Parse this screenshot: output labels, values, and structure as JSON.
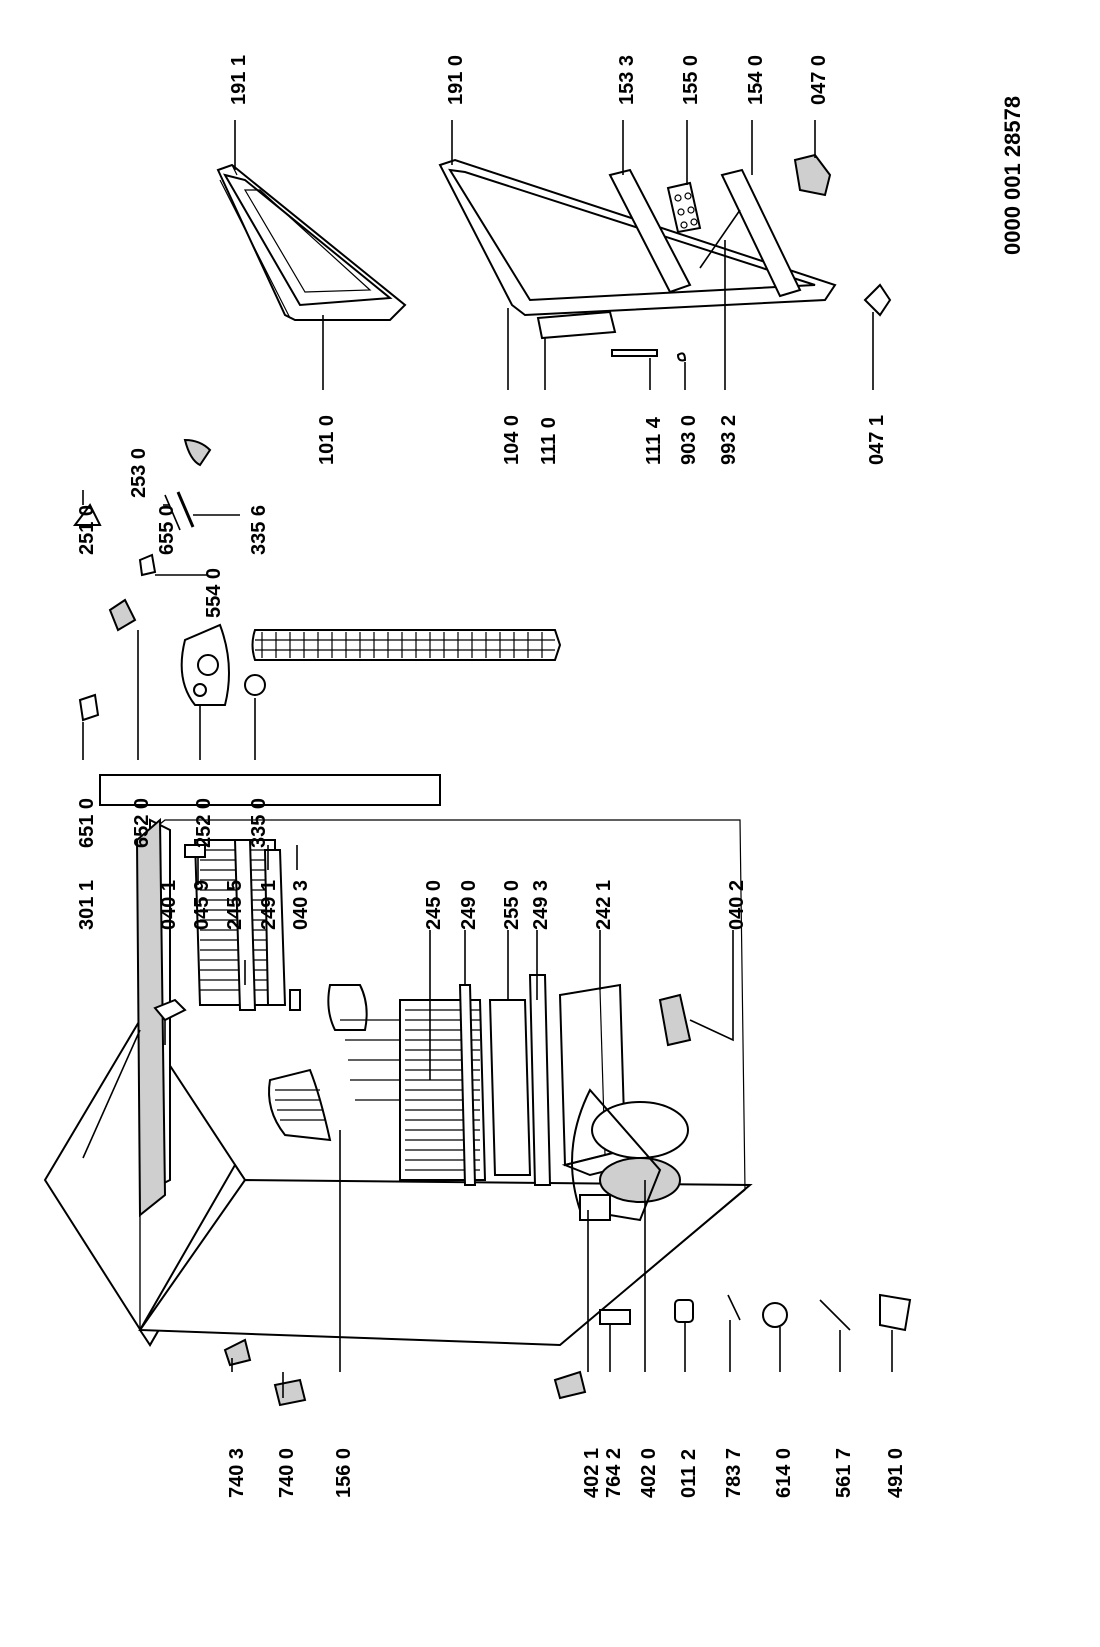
{
  "document_number": "0000  001 28578",
  "cabinet_labels": {
    "l_7403": "740 3",
    "l_7400": "740 0",
    "l_1560": "156 0",
    "l_4021": "402 1",
    "l_7642": "764 2",
    "l_4020": "402 0",
    "l_0112": "011 2",
    "l_7837": "783 7",
    "l_6140": "614 0",
    "l_5617": "561 7",
    "l_4910": "491 0",
    "l_3011": "301 1",
    "l_0401": "040 1",
    "l_0459": "045 9",
    "l_2455": "245 5",
    "l_2491": "249 1",
    "l_0403": "040 3",
    "l_2450": "245 0",
    "l_2490": "249 0",
    "l_2550": "255 0",
    "l_2493": "249 3",
    "l_2421": "242 1",
    "l_0402": "040 2"
  },
  "control_labels": {
    "l_6510": "651 0",
    "l_6520": "652 0",
    "l_2520": "252 0",
    "l_3350": "335 0",
    "l_2510": "251 0",
    "l_5540": "554 0",
    "l_6550": "655 0",
    "l_3356": "335 6",
    "l_2530": "253 0"
  },
  "door_labels": {
    "l_1010": "101 0",
    "l_1911": "191 1",
    "l_1910": "191 0",
    "l_1533": "153 3",
    "l_1550": "155 0",
    "l_1540": "154 0",
    "l_0470": "047 0",
    "l_1040": "104 0",
    "l_1110": "111 0",
    "l_1114": "111 4",
    "l_9030": "903 0",
    "l_9932": "993 2",
    "l_0471": "047 1"
  }
}
